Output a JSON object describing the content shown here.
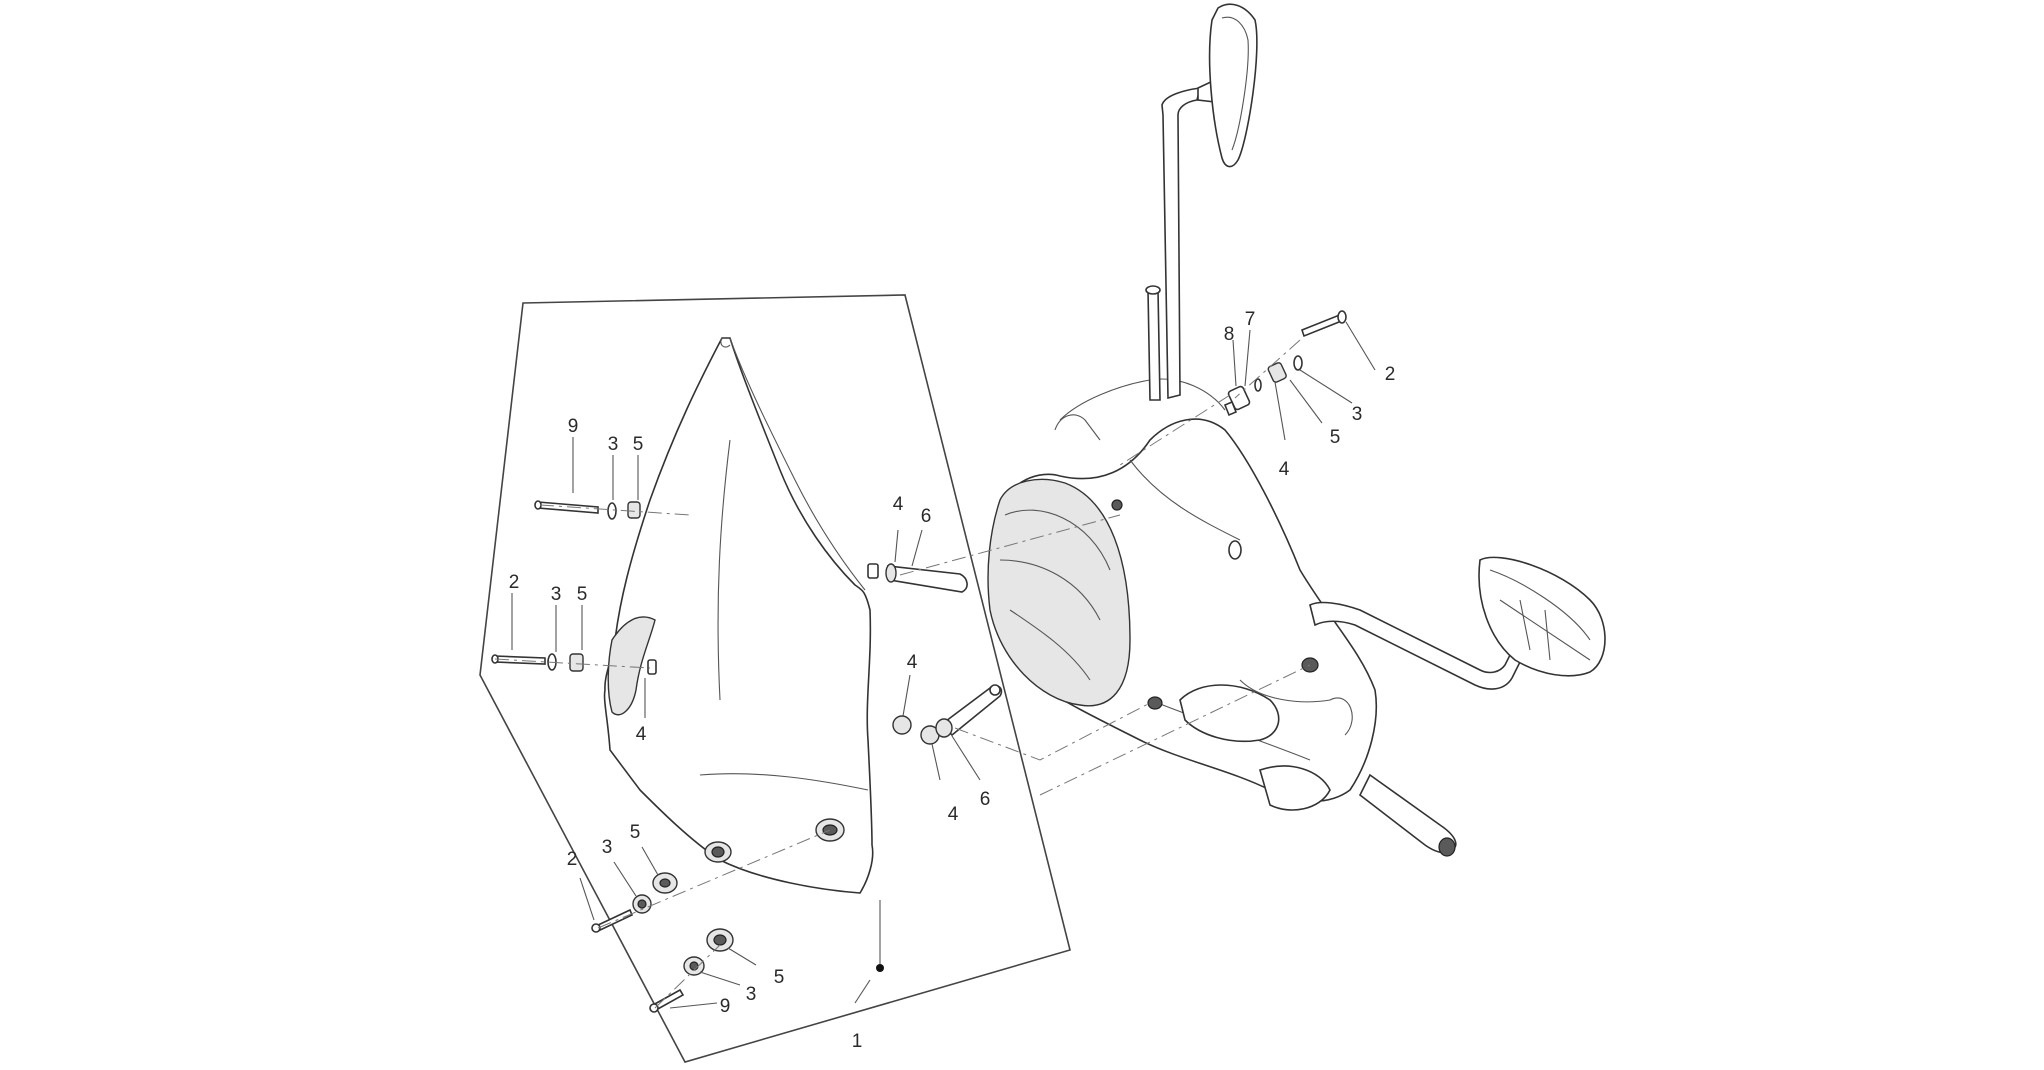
{
  "callouts": {
    "c1": "1",
    "c2a": "2",
    "c2b": "2",
    "c2c": "2",
    "c3a": "3",
    "c3b": "3",
    "c3c": "3",
    "c3d": "3",
    "c3e": "3",
    "c4a": "4",
    "c4b": "4",
    "c4c": "4",
    "c4d": "4",
    "c4e": "4",
    "c5a": "5",
    "c5b": "5",
    "c5c": "5",
    "c5d": "5",
    "c5e": "5",
    "c6a": "6",
    "c6b": "6",
    "c7": "7",
    "c8": "8",
    "c9a": "9",
    "c9b": "9"
  },
  "colors": {
    "line": "#333333",
    "background": "#ffffff"
  }
}
